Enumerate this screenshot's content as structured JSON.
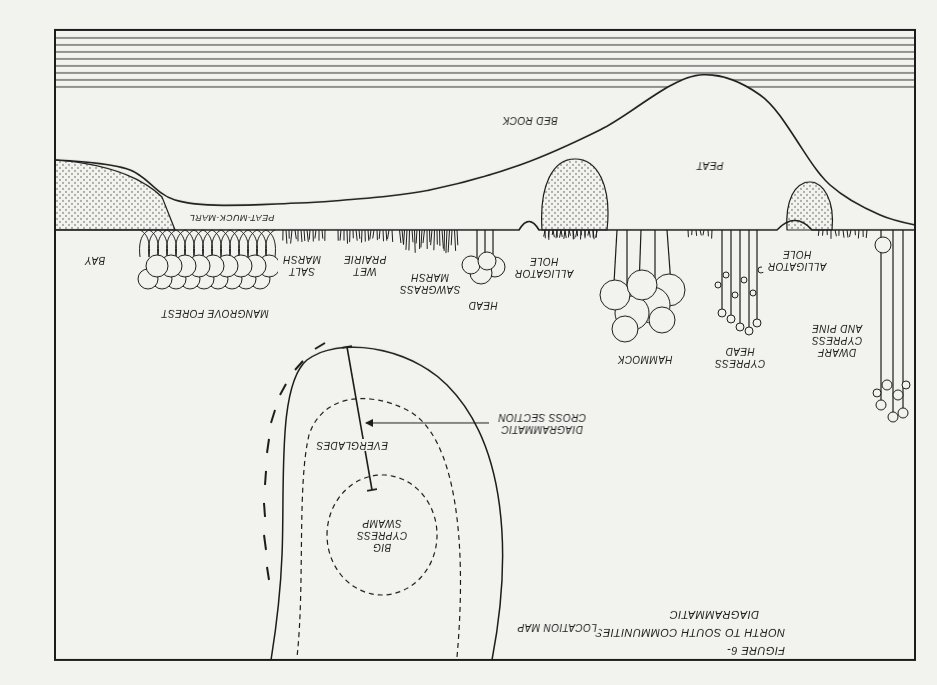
{
  "diagram": {
    "title": "FIGURE 6-",
    "labels": [
      "NORTH TO SOUTH COMMUNITIES",
      "DIAGRAMMATIC",
      "LOCATION MAP",
      "BIG CYPRESS SWAMP",
      "EVERGLADES",
      "DIAGRAMMATIC CROSS SECTION",
      "BED ROCK",
      "PEAT",
      "PEAT-MUCK-MARL",
      "BAY",
      "MANGROVE FOREST",
      "SALT MARSH",
      "WET PRAIRIE",
      "SAWGRASS MARSH",
      "HEAD",
      "ALLIGATOR HOLE",
      "HAMMOCK",
      "CYPRESS HEAD",
      "ALLIGATOR HOLE",
      "DWARF CYPRESS AND PINE"
    ]
  }
}
